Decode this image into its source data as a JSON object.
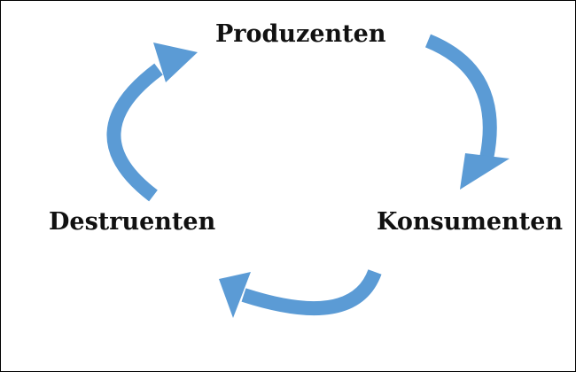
{
  "diagram": {
    "nodes": {
      "producers": "Produzenten",
      "consumers": "Konsumenten",
      "decomposers": "Destruenten"
    },
    "arrow_color": "#5b9bd5",
    "text_color": "#111111",
    "edges": [
      {
        "from": "producers",
        "to": "consumers"
      },
      {
        "from": "consumers",
        "to": "decomposers"
      },
      {
        "from": "decomposers",
        "to": "producers"
      }
    ]
  }
}
